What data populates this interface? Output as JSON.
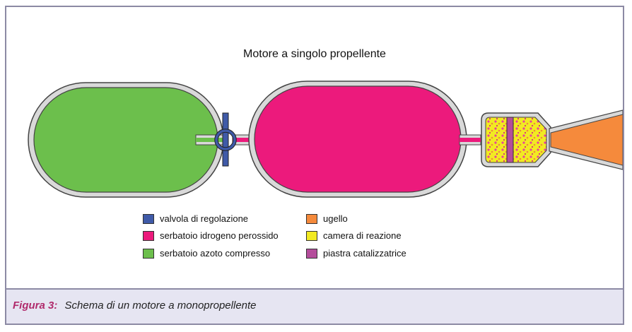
{
  "diagram": {
    "title": "Motore a singolo propellente",
    "legend": [
      {
        "label": "valvola di regolazione",
        "color": "#3f5aa8"
      },
      {
        "label": "serbatoio idrogeno perossido",
        "color": "#ec1a7c"
      },
      {
        "label": "serbatoio azoto compresso",
        "color": "#6cbf4c"
      },
      {
        "label": "ugello",
        "color": "#f58a3c"
      },
      {
        "label": "camera di reazione",
        "color": "#f2ea22"
      },
      {
        "label": "piastra catalizzatrice",
        "color": "#b44d9b"
      }
    ],
    "colors": {
      "tank_outline": "#a0a0a0",
      "pipe": "#6cbf4c",
      "pipe_pink": "#ec1a7c"
    }
  },
  "caption": {
    "label": "Figura 3:",
    "text": "Schema di un motore a monopropellente"
  }
}
